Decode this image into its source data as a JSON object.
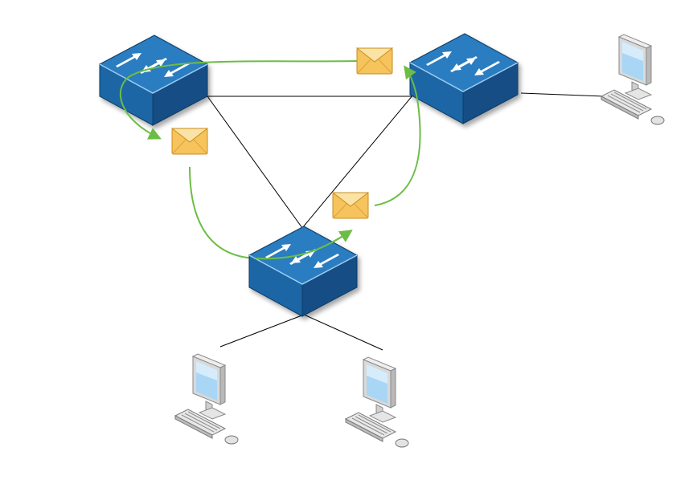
{
  "diagram": {
    "type": "network-topology",
    "colors": {
      "background": "#ffffff",
      "switch_top": "#1e6fb0",
      "switch_front": "#1b5f99",
      "switch_side": "#0f4a7d",
      "switch_arrows": "#ffffff",
      "link": "#000000",
      "flow_arrow": "#6cbd45",
      "envelope_body": "#f6c35c",
      "envelope_flap": "#f9dc93",
      "monitor_frame": "#d7d7d7",
      "monitor_screen": "#a9d6f5"
    },
    "nodes": [
      {
        "id": "switch-a",
        "kind": "switch",
        "icon": "network-switch-icon"
      },
      {
        "id": "switch-b",
        "kind": "switch",
        "icon": "network-switch-icon"
      },
      {
        "id": "switch-c",
        "kind": "switch",
        "icon": "network-switch-icon"
      },
      {
        "id": "pc-1",
        "kind": "computer",
        "icon": "desktop-computer-icon"
      },
      {
        "id": "pc-2",
        "kind": "computer",
        "icon": "desktop-computer-icon"
      },
      {
        "id": "pc-3",
        "kind": "computer",
        "icon": "desktop-computer-icon"
      }
    ],
    "links": [
      {
        "from": "switch-a",
        "to": "switch-b"
      },
      {
        "from": "switch-a",
        "to": "switch-c"
      },
      {
        "from": "switch-b",
        "to": "switch-c"
      },
      {
        "from": "switch-b",
        "to": "pc-1"
      },
      {
        "from": "switch-c",
        "to": "pc-2"
      },
      {
        "from": "switch-c",
        "to": "pc-3"
      }
    ],
    "flows": [
      {
        "from": "switch-b",
        "to": "switch-a",
        "icon": "envelope-icon"
      },
      {
        "from": "switch-a",
        "to": "switch-c",
        "icon": "envelope-icon"
      },
      {
        "from": "switch-c",
        "to": "switch-b",
        "icon": "envelope-icon"
      }
    ]
  }
}
